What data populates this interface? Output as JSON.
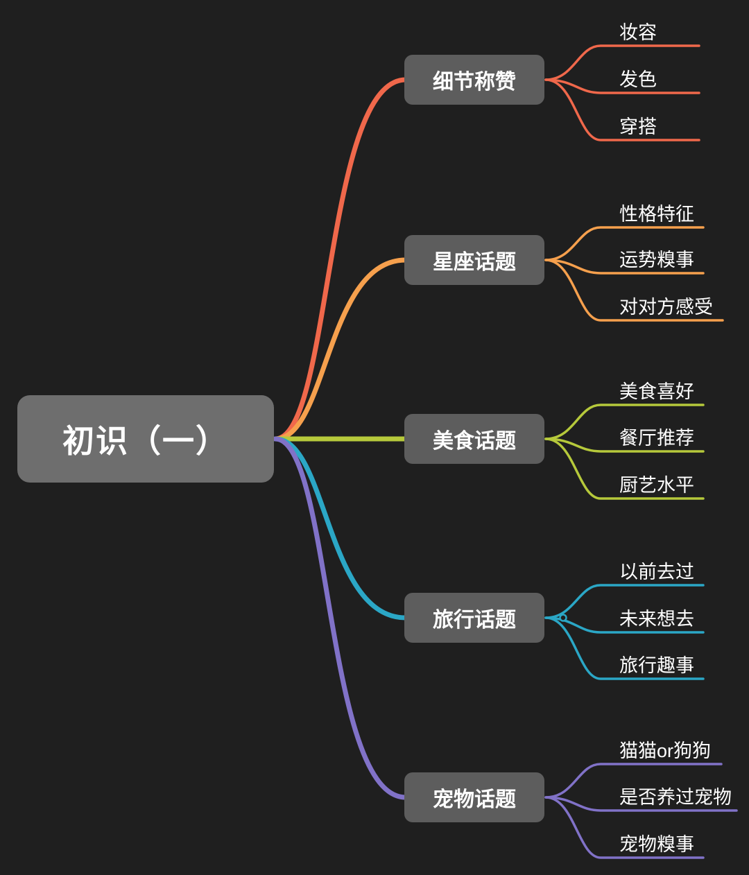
{
  "canvas": {
    "bg": "#1f1f1f"
  },
  "node_style": {
    "root_bg": "#6e6e6e",
    "branch_bg": "#5d5d5d",
    "text_color": "#ffffff"
  },
  "root": {
    "label": "初识（一）"
  },
  "branches": [
    {
      "label": "细节称赞",
      "color": "#f0684b",
      "children": [
        {
          "label": "妆容"
        },
        {
          "label": "发色"
        },
        {
          "label": "穿搭"
        }
      ]
    },
    {
      "label": "星座话题",
      "color": "#f6a04d",
      "children": [
        {
          "label": "性格特征"
        },
        {
          "label": "运势糗事"
        },
        {
          "label": "对对方感受"
        }
      ]
    },
    {
      "label": "美食话题",
      "color": "#b6c93b",
      "children": [
        {
          "label": "美食喜好"
        },
        {
          "label": "餐厅推荐"
        },
        {
          "label": "厨艺水平"
        }
      ]
    },
    {
      "label": "旅行话题",
      "color": "#2ba7c6",
      "children": [
        {
          "label": "以前去过"
        },
        {
          "label": "未来想去"
        },
        {
          "label": "旅行趣事"
        }
      ]
    },
    {
      "label": "宠物话题",
      "color": "#8172c8",
      "children": [
        {
          "label": "猫猫or狗狗"
        },
        {
          "label": "是否养过宠物"
        },
        {
          "label": "宠物糗事"
        }
      ]
    }
  ]
}
